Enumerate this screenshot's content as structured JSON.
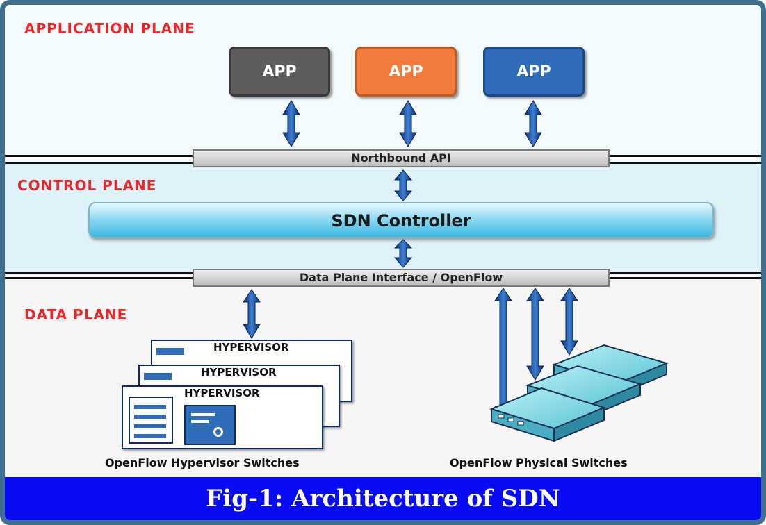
{
  "planes": {
    "application": "APPLICATION PLANE",
    "control": "CONTROL PLANE",
    "data": "DATA PLANE"
  },
  "apps": [
    {
      "label": "APP",
      "color": "#5d5d5d"
    },
    {
      "label": "APP",
      "color": "#f07b3a"
    },
    {
      "label": "APP",
      "color": "#2f6db8"
    }
  ],
  "northbound_api": "Northbound API",
  "controller": "SDN Controller",
  "southbound_api": "Data Plane Interface / OpenFlow",
  "hypervisors": [
    "HYPERVISOR",
    "HYPERVISOR",
    "HYPERVISOR"
  ],
  "captions": {
    "hypervisor_switches": "OpenFlow Hypervisor Switches",
    "physical_switches": "OpenFlow Physical Switches"
  },
  "figure_caption": "Fig-1: Architecture of SDN",
  "colors": {
    "plane_label": "#e8272a",
    "arrow": "#14408f",
    "caption_bar": "#0a0bf5",
    "switch": "#7fd3e0"
  }
}
